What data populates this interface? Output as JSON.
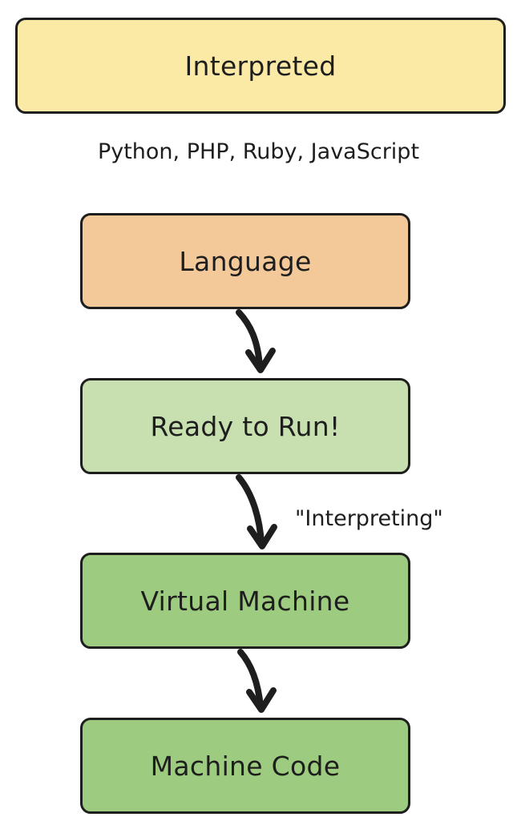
{
  "diagram": {
    "title": "Interpreted",
    "examples": "Python, PHP, Ruby, JavaScript",
    "steps": [
      "Language",
      "Ready to Run!",
      "Virtual Machine",
      "Machine Code"
    ],
    "edge_label": "\"Interpreting\""
  },
  "colors": {
    "title_fill": "#fbe9a6",
    "language_fill": "#f3c99a",
    "ready_fill": "#c8e0b0",
    "vm_fill": "#9dcb7f",
    "machine_code_fill": "#9dcb7f",
    "stroke": "#1e1e1e"
  }
}
